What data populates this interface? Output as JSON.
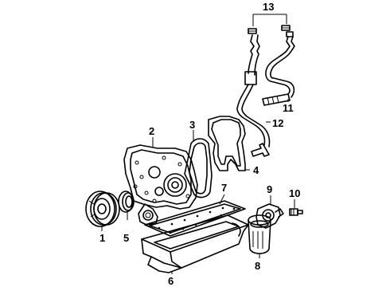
{
  "diagram": {
    "callouts": {
      "c1": "1",
      "c2": "2",
      "c3": "3",
      "c4": "4",
      "c5": "5",
      "c6": "6",
      "c7": "7",
      "c8": "8",
      "c9": "9",
      "c10": "10",
      "c11": "11",
      "c12": "12",
      "c13": "13"
    },
    "parts": [
      {
        "callout": "1",
        "icon": "crankshaft-balancer-icon"
      },
      {
        "callout": "2",
        "icon": "timing-cover-icon"
      },
      {
        "callout": "3",
        "icon": "cover-gasket-icon"
      },
      {
        "callout": "4",
        "icon": "front-gasket-icon"
      },
      {
        "callout": "5",
        "icon": "front-seal-icon"
      },
      {
        "callout": "6",
        "icon": "oil-pan-icon"
      },
      {
        "callout": "7",
        "icon": "pan-gasket-icon"
      },
      {
        "callout": "8",
        "icon": "oil-filter-icon"
      },
      {
        "callout": "9",
        "icon": "filter-adapter-icon"
      },
      {
        "callout": "10",
        "icon": "pressure-sender-icon"
      },
      {
        "callout": "11",
        "icon": "cooler-hose-icon"
      },
      {
        "callout": "12",
        "icon": "cooler-line-icon"
      },
      {
        "callout": "13",
        "icon": "line-connectors-icon"
      }
    ]
  }
}
